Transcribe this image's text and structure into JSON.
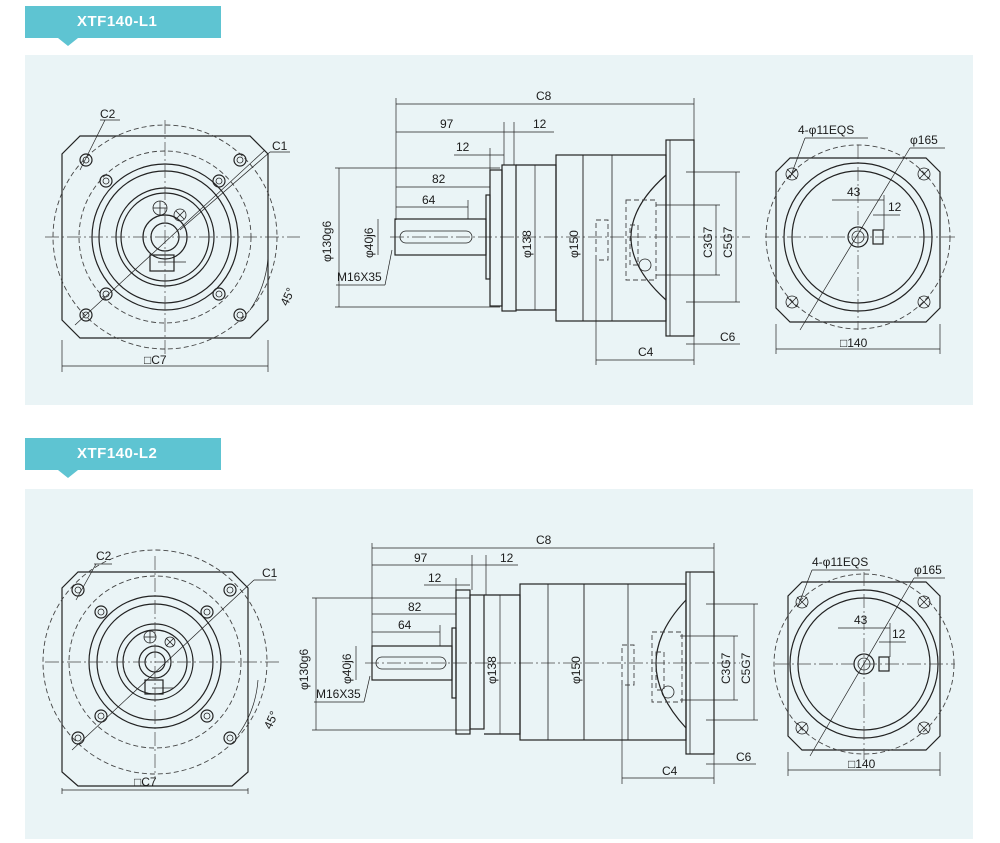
{
  "sections": [
    {
      "title": "XTF140-L1",
      "front": {
        "c2": "C2",
        "c1": "C1",
        "angle": "45°",
        "width": "□C7"
      },
      "side": {
        "c8": "C8",
        "d97": "97",
        "d12a": "12",
        "d12b": "12",
        "d82": "82",
        "d64": "64",
        "phi130": "φ130g6",
        "phi40": "φ40j6",
        "thread": "M16X35",
        "phi138": "φ138",
        "phi150": "φ150",
        "c3": "C3G7",
        "c5": "C5G7",
        "c4": "C4",
        "c6": "C6"
      },
      "rear": {
        "holes": "4-φ11EQS",
        "phi165": "φ165",
        "d43": "43",
        "d12": "12",
        "width": "□140"
      }
    },
    {
      "title": "XTF140-L2",
      "front": {
        "c2": "C2",
        "c1": "C1",
        "angle": "45°",
        "width": "□C7"
      },
      "side": {
        "c8": "C8",
        "d97": "97",
        "d12a": "12",
        "d12b": "12",
        "d82": "82",
        "d64": "64",
        "phi130": "φ130g6",
        "phi40": "φ40j6",
        "thread": "M16X35",
        "phi138": "φ138",
        "phi150": "φ150",
        "c3": "C3G7",
        "c5": "C5G7",
        "c4": "C4",
        "c6": "C6"
      },
      "rear": {
        "holes": "4-φ11EQS",
        "phi165": "φ165",
        "d43": "43",
        "d12": "12",
        "width": "□140"
      }
    }
  ]
}
